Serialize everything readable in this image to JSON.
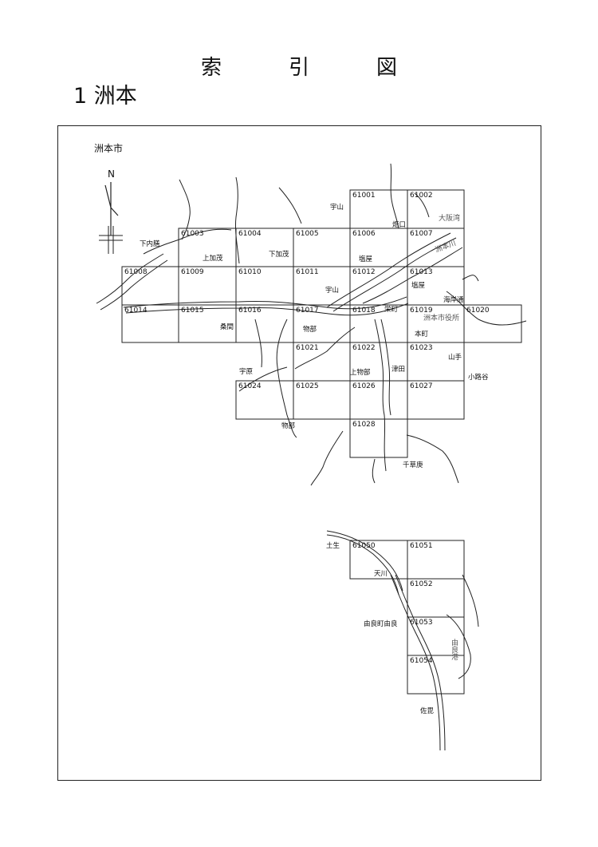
{
  "header": {
    "title_chars": [
      "索",
      "引",
      "図"
    ],
    "subtitle": "1 洲本"
  },
  "map": {
    "city_label": "洲本市",
    "north_label": "N",
    "tiles": [
      "61001",
      "61002",
      "61003",
      "61004",
      "61005",
      "61006",
      "61007",
      "61008",
      "61009",
      "61010",
      "61011",
      "61012",
      "61013",
      "61014",
      "61015",
      "61016",
      "61017",
      "61018",
      "61019",
      "61020",
      "61021",
      "61022",
      "61023",
      "61024",
      "61025",
      "61026",
      "61027",
      "61028",
      "61050",
      "61051",
      "61052",
      "61053",
      "61054"
    ],
    "places": [
      "宇山",
      "炬口",
      "大阪湾",
      "下内膳",
      "上加茂",
      "下加茂",
      "塩屋",
      "洲本川",
      "宇山",
      "塩屋",
      "海岸通",
      "栄町",
      "洲本市役所",
      "桑間",
      "物部",
      "本町",
      "宇原",
      "上物部",
      "津田",
      "山手",
      "小路谷",
      "物部",
      "千草庚",
      "土生",
      "天川",
      "由良町由良",
      "由良港",
      "佐毘"
    ]
  }
}
